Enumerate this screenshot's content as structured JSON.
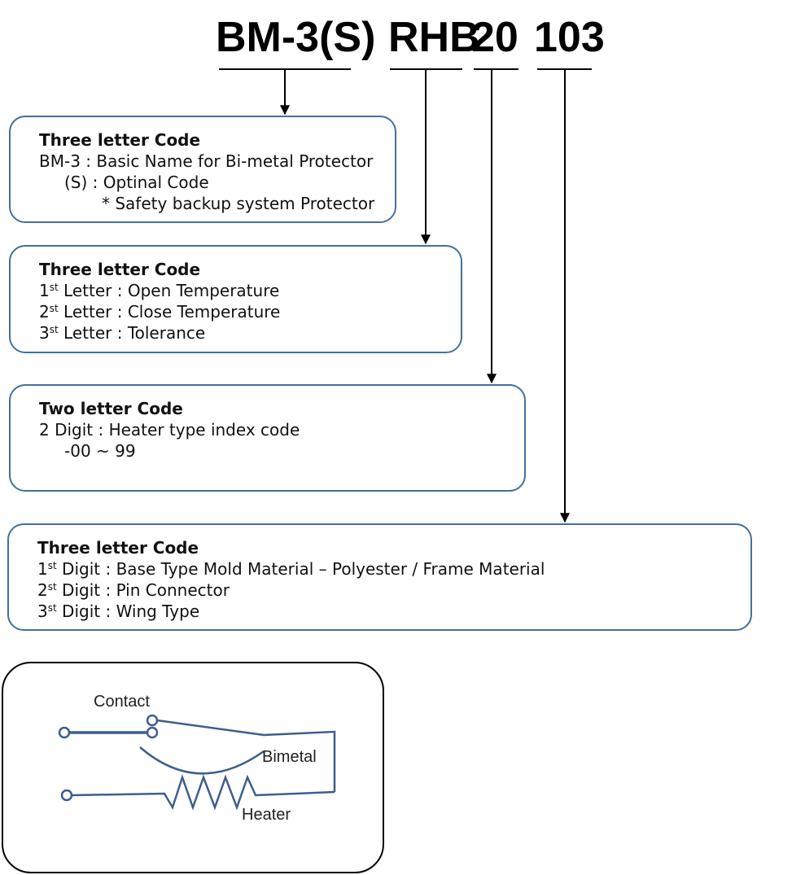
{
  "part_number": {
    "seg1": "BM-3(S)",
    "seg2": "RHB",
    "seg3": "20",
    "seg4": "103"
  },
  "boxes": [
    {
      "title": "Three letter Code",
      "lines": [
        {
          "text": "BM-3 : Basic Name for Bi-metal Protector"
        },
        {
          "text": "(S) : Optinal Code"
        },
        {
          "text": "* Safety backup system Protector"
        }
      ]
    },
    {
      "title": "Three letter Code",
      "lines": [
        {
          "pre": "1",
          "sup": "st",
          "text": " Letter : Open Temperature"
        },
        {
          "pre": "2",
          "sup": "st",
          "text": " Letter : Close Temperature"
        },
        {
          "pre": "3",
          "sup": "st",
          "text": " Letter : Tolerance"
        }
      ]
    },
    {
      "title": "Two letter Code",
      "lines": [
        {
          "text": "2 Digit : Heater type index code"
        },
        {
          "text": "-00 ~ 99"
        }
      ]
    },
    {
      "title": "Three letter Code",
      "lines": [
        {
          "pre": "1",
          "sup": "st",
          "text": " Digit : Base Type Mold Material – Polyester / Frame Material"
        },
        {
          "pre": "2",
          "sup": "st",
          "text": " Digit : Pin Connector"
        },
        {
          "pre": "3",
          "sup": "st",
          "text": " Digit : Wing Type"
        }
      ]
    }
  ],
  "schematic": {
    "contact_label": "Contact",
    "bimetal_label": "Bimetal",
    "heater_label": "Heater",
    "line_color": "#3f5e8c"
  },
  "colors": {
    "box_border": "#41719c",
    "arrow": "#000000"
  }
}
